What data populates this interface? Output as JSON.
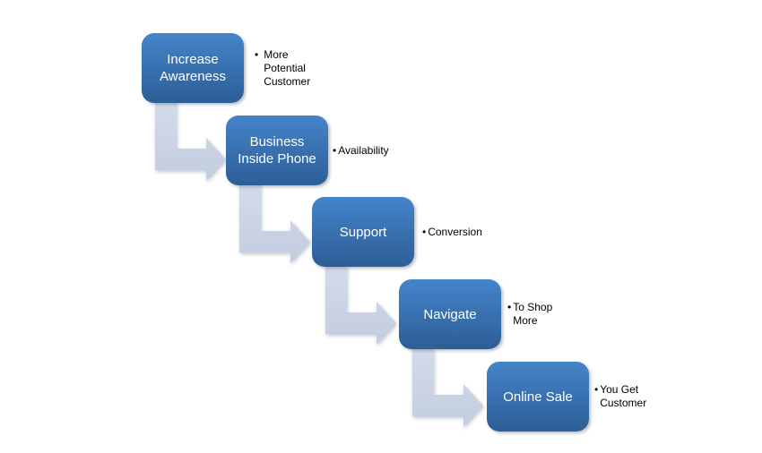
{
  "diagram": {
    "bullet_char": "•",
    "steps": [
      {
        "label": "Increase Awareness",
        "note": "More Potential Customer"
      },
      {
        "label": "Business Inside Phone",
        "note": "Availability"
      },
      {
        "label": "Support",
        "note": "Conversion"
      },
      {
        "label": "Navigate",
        "note": "To Shop More"
      },
      {
        "label": "Online Sale",
        "note": "You Get Customer"
      }
    ],
    "colors": {
      "background": "#ffffff",
      "box_top": "#4484ca",
      "box_bottom": "#2d5e96",
      "box_text": "#ffffff",
      "arrow_top": "#d3dbe9",
      "arrow_bottom": "#c2cde0",
      "note_text": "#000000"
    }
  }
}
